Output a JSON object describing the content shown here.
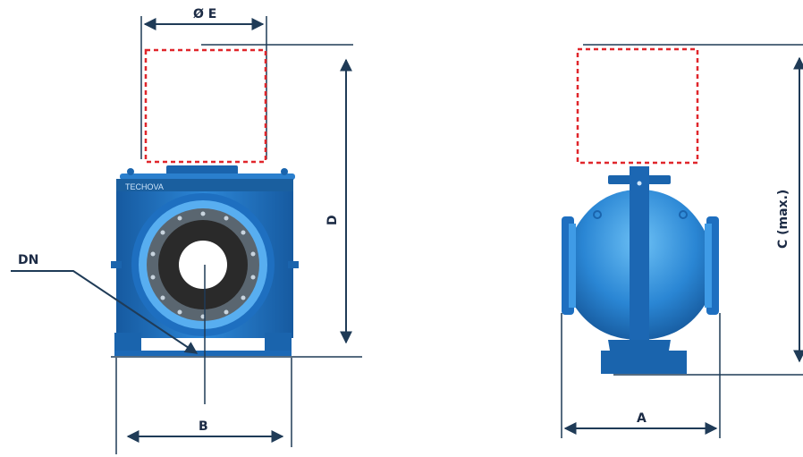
{
  "labels": {
    "dim_e": "Ø E",
    "dim_d": "D",
    "dim_dn": "DN",
    "dim_b": "B",
    "dim_a": "A",
    "dim_c": "C (max.)",
    "brand": "TECHOVA"
  },
  "colors": {
    "line": "#1f3b57",
    "valve_blue": "#1e6fc0",
    "valve_light": "#3f9be6",
    "valve_dark": "#134f8f",
    "actuator_outline": "#e0262b",
    "rubber": "#2a2a2a"
  }
}
